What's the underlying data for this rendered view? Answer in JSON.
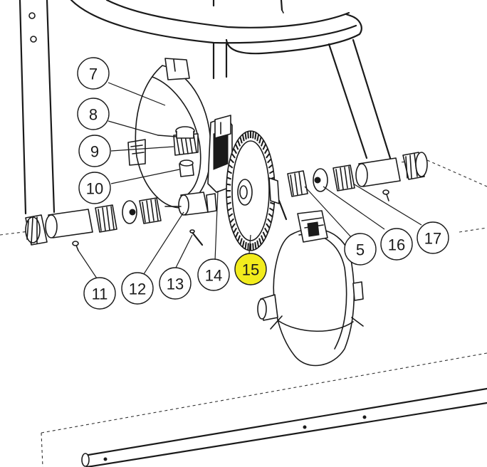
{
  "callouts": [
    {
      "id": "7",
      "label": "7",
      "highlight": false
    },
    {
      "id": "8",
      "label": "8",
      "highlight": false
    },
    {
      "id": "9",
      "label": "9",
      "highlight": false
    },
    {
      "id": "10",
      "label": "10",
      "highlight": false
    },
    {
      "id": "11",
      "label": "11",
      "highlight": false
    },
    {
      "id": "12",
      "label": "12",
      "highlight": false
    },
    {
      "id": "13",
      "label": "13",
      "highlight": false
    },
    {
      "id": "14",
      "label": "14",
      "highlight": false
    },
    {
      "id": "15",
      "label": "15",
      "highlight": true
    },
    {
      "id": "5",
      "label": "5",
      "highlight": false
    },
    {
      "id": "16",
      "label": "16",
      "highlight": false
    },
    {
      "id": "17",
      "label": "17",
      "highlight": false
    }
  ],
  "colors": {
    "highlight": "#f2ec1d",
    "line": "#1a1a1a",
    "background": "#ffffff"
  }
}
